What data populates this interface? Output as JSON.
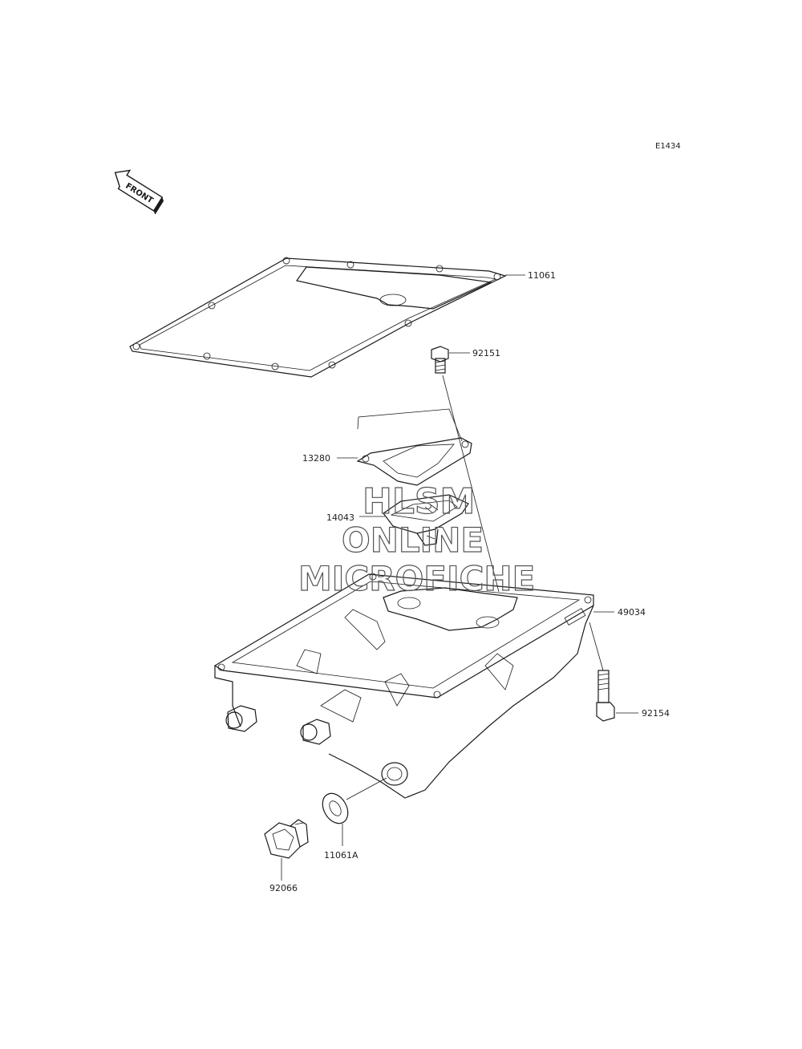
{
  "diagram_code": "E1434",
  "front_arrow_label": "FRONT",
  "watermark": {
    "line1": "HLSM",
    "line2": "ONLINE",
    "line3": "MICROFICHE"
  },
  "parts": [
    {
      "id": "gasket-oil-pan",
      "number": "11061"
    },
    {
      "id": "bolt-top",
      "number": "92151"
    },
    {
      "id": "gasket-strainer",
      "number": "13280"
    },
    {
      "id": "strainer",
      "number": "14043"
    },
    {
      "id": "oil-pan",
      "number": "49034"
    },
    {
      "id": "bolt-side",
      "number": "92154"
    },
    {
      "id": "washer",
      "number": "11061A"
    },
    {
      "id": "drain-plug",
      "number": "92066"
    }
  ]
}
